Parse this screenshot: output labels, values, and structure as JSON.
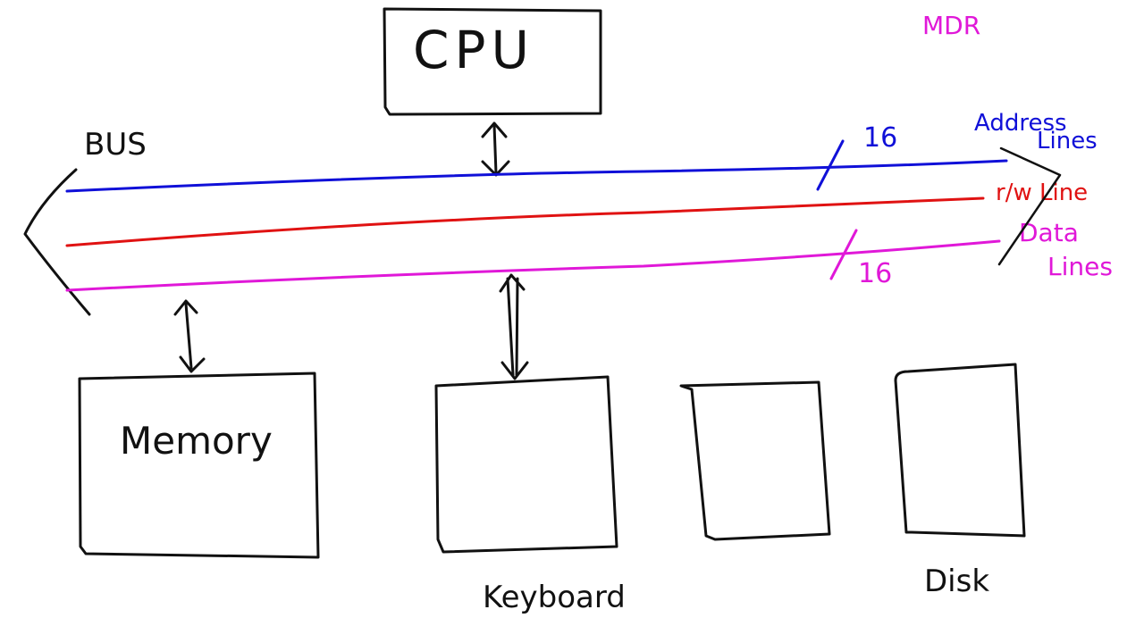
{
  "colors": {
    "ink": "#111111",
    "address": "#1010d8",
    "control": "#e01212",
    "data": "#e018d8",
    "mdr": "#e018d8"
  },
  "labels": {
    "cpu": "CPU",
    "memory": "Memory",
    "keyboard": "Keyboard",
    "disk": "Disk",
    "bus": "BUS",
    "mdr": "MDR",
    "address_lines_1": "Address",
    "address_lines_2": "Lines",
    "address_width": "16",
    "rw_line": "r/w Line",
    "data_lines_1": "Data",
    "data_lines_2": "Lines",
    "data_width": "16"
  }
}
